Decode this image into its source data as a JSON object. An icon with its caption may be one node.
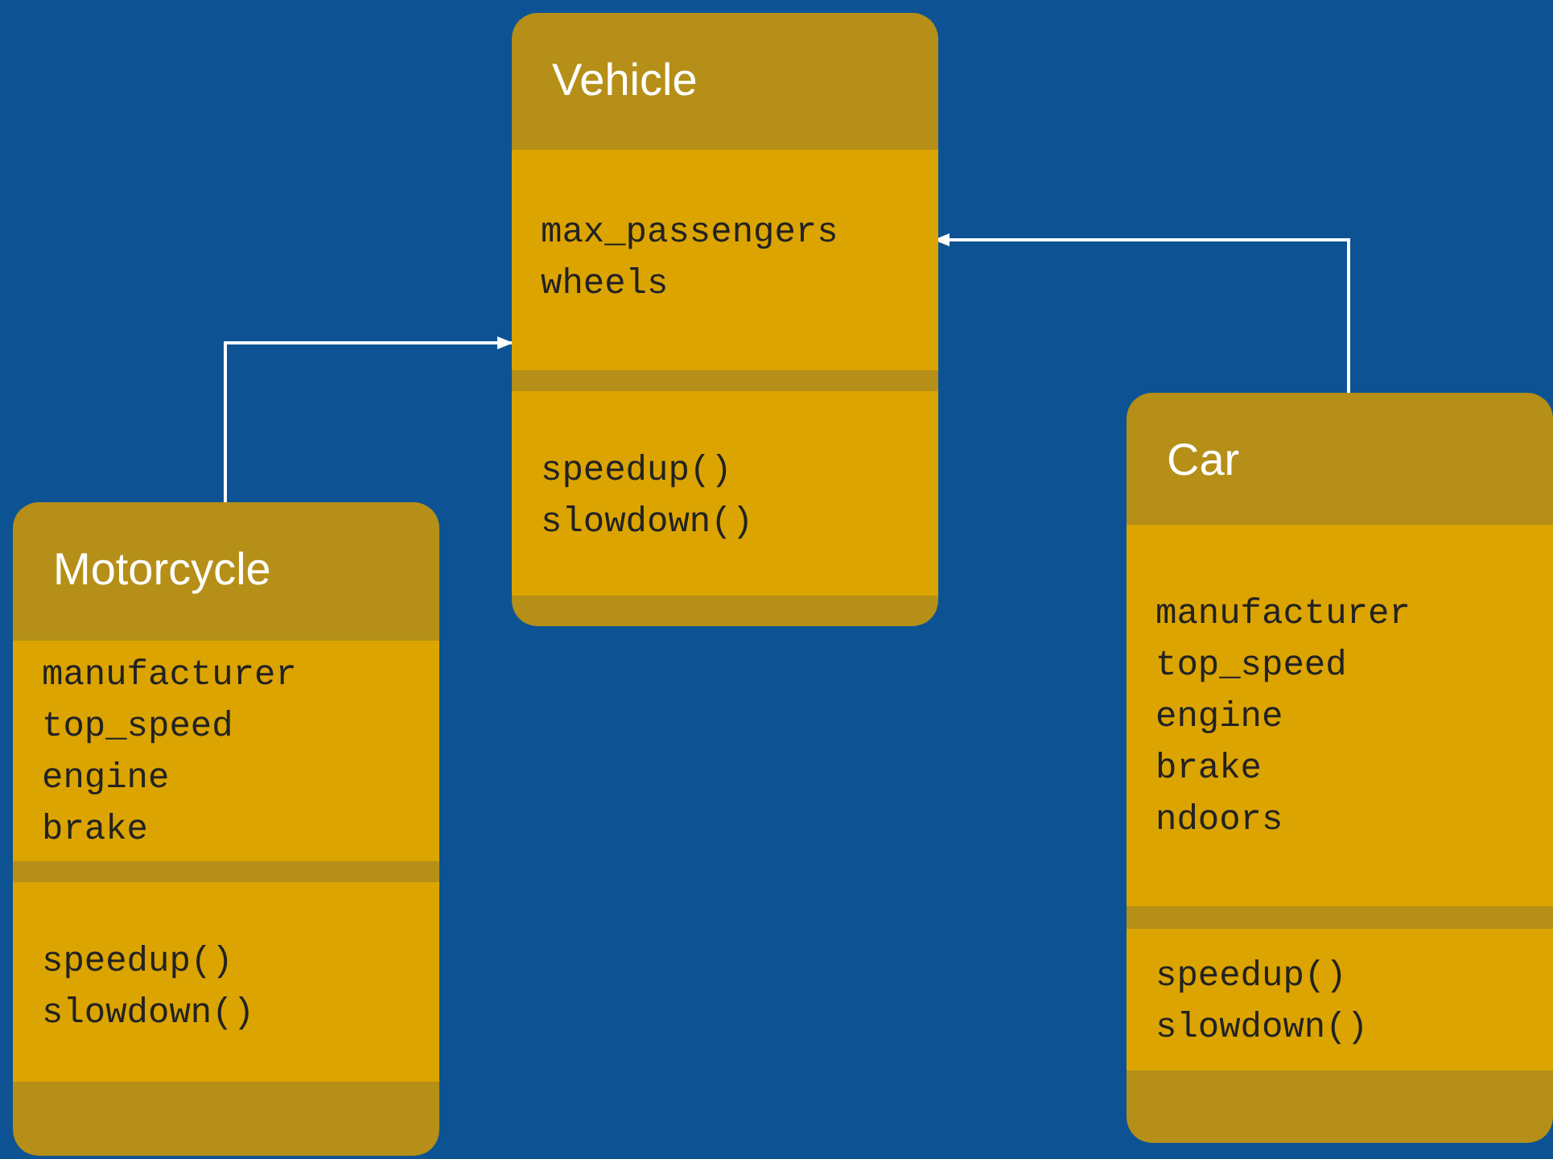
{
  "diagram": {
    "nodes": [
      {
        "text": [
          "Vehicle"
        ]
      },
      {
        "text": [
          "max_passengers",
          "wheels"
        ],
        "in": 0
      },
      {
        "text": [
          "speedup()",
          "slowdown()"
        ],
        "in": 0
      },
      {
        "text": [
          "Motorcycle"
        ]
      },
      {
        "text": [
          "manufacturer",
          "top_speed",
          "engine",
          "brake"
        ],
        "in": 3
      },
      {
        "text": [
          "speedup()",
          "slowdown()"
        ],
        "in": 3
      },
      {
        "text": [
          "Car"
        ]
      },
      {
        "text": [
          "manufacturer",
          "top_speed",
          "engine",
          "brake",
          "ndoors"
        ],
        "in": 6
      },
      {
        "text": [
          "speedup()",
          "slowdown()"
        ],
        "in": 6
      }
    ],
    "edges": [
      {
        "from": 3,
        "to": 1,
        "arrow": "to"
      },
      {
        "from": 6,
        "to": 1,
        "arrow": "to"
      }
    ]
  }
}
